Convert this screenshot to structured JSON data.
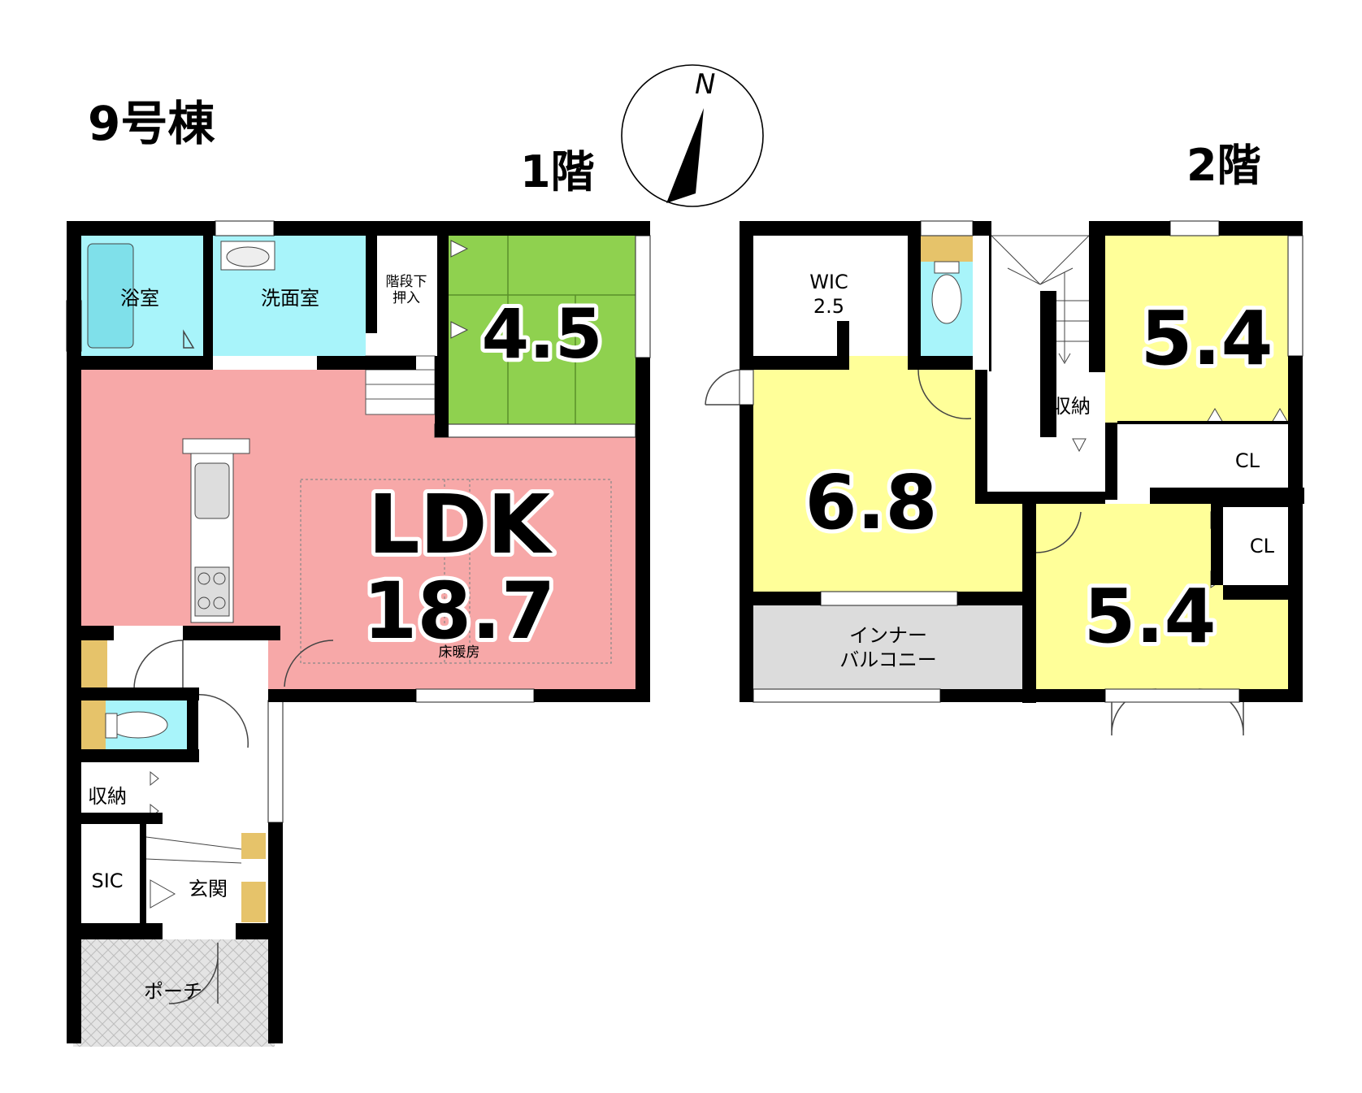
{
  "building_name": "9号棟",
  "compass_label": "N",
  "floor1": {
    "title": "1階",
    "rooms": {
      "bath": "浴室",
      "washroom": "洗面室",
      "stair_storage_line1": "階段下",
      "stair_storage_line2": "押入",
      "japanese_room": "4.5",
      "ldk_title": "LDK",
      "ldk_size": "18.7",
      "floor_heating": "床暖房",
      "storage": "収納",
      "sic": "SIC",
      "entrance": "玄関",
      "porch": "ポーチ"
    }
  },
  "floor2": {
    "title": "2階",
    "rooms": {
      "wic_line1": "WIC",
      "wic_line2": "2.5",
      "bedroom_main": "6.8",
      "bedroom_ne": "5.4",
      "bedroom_se": "5.4",
      "storage": "収納",
      "closet_1": "CL",
      "closet_2": "CL",
      "balcony_line1": "インナー",
      "balcony_line2": "バルコニー"
    }
  },
  "colors": {
    "wall": "#000000",
    "water_area": "#a8f4fa",
    "japanese_room": "#8fd14f",
    "ldk": "#f7a8a8",
    "bedroom": "#ffff99",
    "balcony": "#dcdcdc",
    "accent_tan": "#e6c36a"
  }
}
